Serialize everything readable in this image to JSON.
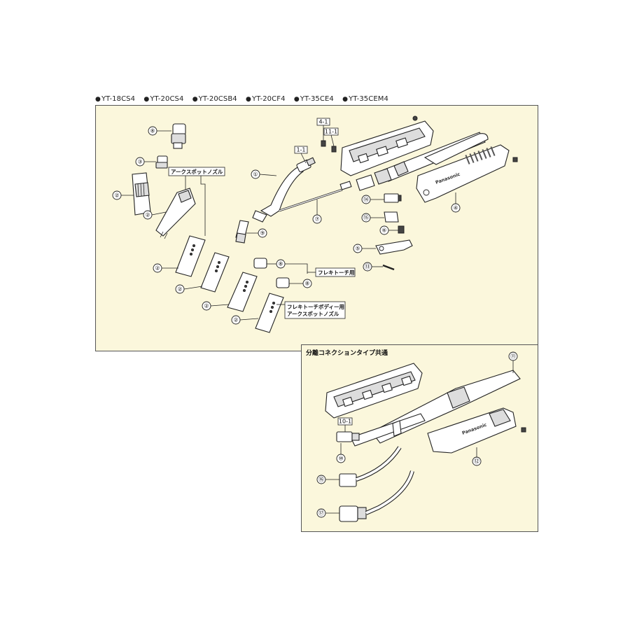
{
  "models": [
    "YT-18CS4",
    "YT-20CS4",
    "YT-20CSB4",
    "YT-20CF4",
    "YT-35CE4",
    "YT-35CEM4"
  ],
  "labels": {
    "arc_spot_nozzle": "アークスポットノズル",
    "flex_torch": "フレキトーチ用",
    "flex_body_line1": "フレキトーチボディー用",
    "flex_body_line2": "アークスポットノズル",
    "sub_title": "分離コネクションタイプ共通"
  },
  "brand": "Panasonic",
  "callouts": {
    "c8a": "⑧",
    "c3": "③",
    "c2a": "②",
    "c2b": "②",
    "c2c": "②",
    "c2d": "②",
    "c2e": "②",
    "c2f": "②",
    "c1": "①",
    "c9": "⑨",
    "c8b": "⑧",
    "c8c": "⑧",
    "c7": "⑦",
    "c14": "⑭",
    "c15": "⑮",
    "c6": "⑥",
    "c5": "⑤",
    "c13": "⑬",
    "c4": "④",
    "c11": "⑪",
    "c12": "⑫",
    "c10": "⑩",
    "c16": "⑯",
    "c17": "⑰"
  },
  "sub_numbers": {
    "s1_1": "1-1",
    "s4_1": "4-1",
    "s11_1": "11-1",
    "s10_1": "10-1"
  }
}
